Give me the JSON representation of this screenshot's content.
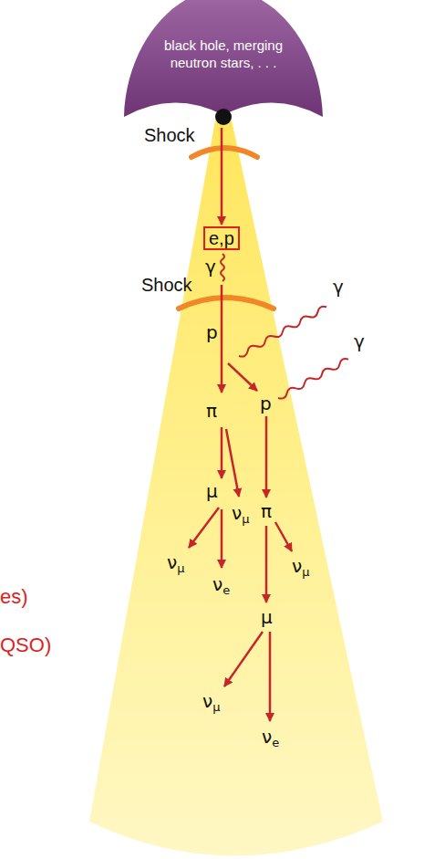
{
  "diagram": {
    "nodes": [
      {
        "text": [
          "black hole, merging neutron stars, . . ."
        ]
      },
      {
        "text": [
          "e,p"
        ]
      }
    ],
    "labels": [
      "Shock",
      "γ",
      "Shock",
      "p",
      "γ",
      "p",
      "γ",
      "π",
      "μ",
      "νμ",
      "π",
      "νμ",
      "νμ",
      "νe",
      "μ",
      "νμ",
      "νe",
      "es)",
      "QSO)"
    ]
  }
}
